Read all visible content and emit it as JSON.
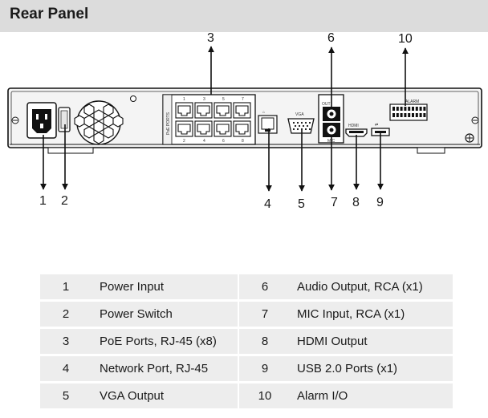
{
  "header": {
    "title": "Rear Panel"
  },
  "callouts": {
    "c1": "1",
    "c2": "2",
    "c3": "3",
    "c4": "4",
    "c5": "5",
    "c6": "6",
    "c7": "7",
    "c8": "8",
    "c9": "9",
    "c10": "10"
  },
  "panel_labels": {
    "poe": "PoE PORTS",
    "vga": "VGA",
    "out": "OUT",
    "mic": "MIC",
    "hdmi": "HDMI",
    "alarm": "ALARM",
    "ports_top": [
      "1",
      "3",
      "5",
      "7"
    ],
    "ports_bottom": [
      "2",
      "4",
      "6",
      "8"
    ]
  },
  "legend": {
    "rows": [
      {
        "left_num": "1",
        "left_desc": "Power Input",
        "right_num": "6",
        "right_desc": "Audio Output, RCA (x1)"
      },
      {
        "left_num": "2",
        "left_desc": "Power Switch",
        "right_num": "7",
        "right_desc": "MIC Input, RCA (x1)"
      },
      {
        "left_num": "3",
        "left_desc": "PoE Ports, RJ-45 (x8)",
        "right_num": "8",
        "right_desc": "HDMI Output"
      },
      {
        "left_num": "4",
        "left_desc": "Network Port, RJ-45",
        "right_num": "9",
        "right_desc": "USB 2.0 Ports (x1)"
      },
      {
        "left_num": "5",
        "left_desc": "VGA Output",
        "right_num": "10",
        "right_desc": "Alarm I/O"
      }
    ]
  }
}
